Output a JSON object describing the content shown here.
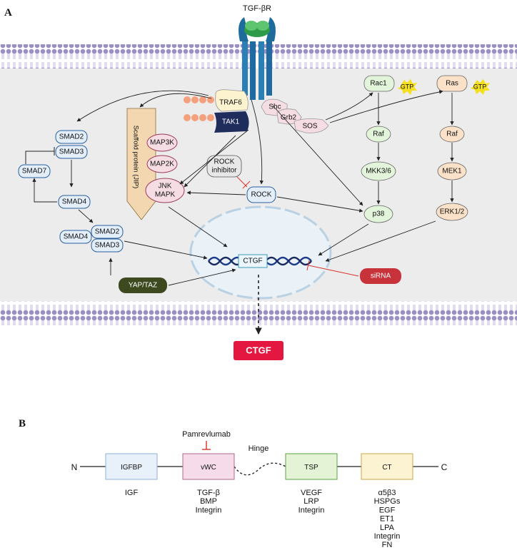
{
  "panel_a": {
    "label": "A",
    "receptor": "TGF-βR",
    "traf6": "TRAF6",
    "tak1": "TAK1",
    "shc": "Shc",
    "grb2": "Grb2",
    "sos": "SOS",
    "rac1": "Rac1",
    "ras": "Ras",
    "gtp": "GTP",
    "raf": "Raf",
    "mkk36": "MKK3/6",
    "mek1": "MEK1",
    "p38": "p38",
    "erk12": "ERK1/2",
    "smad2": "SMAD2",
    "smad3": "SMAD3",
    "smad4": "SMAD4",
    "smad7": "SMAD7",
    "scaffold": "Scaffold protein (JIP)",
    "map3k": "MAP3K",
    "map2k": "MAP2K",
    "jnk1": "JNK",
    "jnk2": "MAPK",
    "rock_inhibitor1": "ROCK",
    "rock_inhibitor2": "inhibitor",
    "rock": "ROCK",
    "ctgf_gene": "CTGF",
    "sirna": "siRNA",
    "yap_taz": "YAP/TAZ",
    "ctgf_out": "CTGF"
  },
  "panel_b": {
    "label": "B",
    "drug": "Pamrevlumab",
    "hinge": "Hinge",
    "n_term": "N",
    "c_term": "C",
    "domains": [
      {
        "name": "IGFBP",
        "fill": "#e8f0fa",
        "stroke": "#8fb0d8",
        "binders": [
          "IGF"
        ]
      },
      {
        "name": "vWC",
        "fill": "#f6dcea",
        "stroke": "#b06a90",
        "binders": [
          "TGF-β",
          "BMP",
          "Integrin"
        ]
      },
      {
        "name": "TSP",
        "fill": "#e4f3d6",
        "stroke": "#5aa540",
        "binders": [
          "VEGF",
          "LRP",
          "Integrin"
        ]
      },
      {
        "name": "CT",
        "fill": "#fbf3d2",
        "stroke": "#c9a84a",
        "binders": [
          "α5β3",
          "HSPGs",
          "EGF",
          "ET1",
          "LPA",
          "Integrin",
          "FN"
        ]
      }
    ]
  },
  "colors": {
    "membrane": "#9c8fc4",
    "cytoplasm": "#ececec",
    "inhibit": "#d9322b",
    "ctgf_red": "#e3173f"
  }
}
